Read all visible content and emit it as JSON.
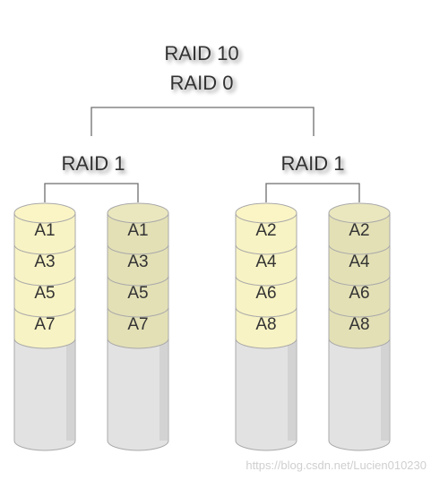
{
  "title_top": "RAID 10",
  "title_sub": "RAID 0",
  "groups": [
    {
      "label": "RAID 1",
      "disks": [
        {
          "blocks": [
            "A1",
            "A3",
            "A5",
            "A7"
          ]
        },
        {
          "blocks": [
            "A1",
            "A3",
            "A5",
            "A7"
          ]
        }
      ]
    },
    {
      "label": "RAID 1",
      "disks": [
        {
          "blocks": [
            "A2",
            "A4",
            "A6",
            "A8"
          ]
        },
        {
          "blocks": [
            "A2",
            "A4",
            "A6",
            "A8"
          ]
        }
      ]
    }
  ],
  "watermark": "https://blog.csdn.net/Lucien010230",
  "colors": {
    "line": "#6e6e6e",
    "disk_body": "#e2e2e2",
    "disk_shade": "#c6c6c6",
    "disk_top_light": "#fbf5c6",
    "disk_top_dark": "#eae7bf",
    "block_light": "#f8f3c4",
    "block_dark": "#e3e0b6",
    "outline": "#a9a9a9",
    "text": "#333333"
  }
}
